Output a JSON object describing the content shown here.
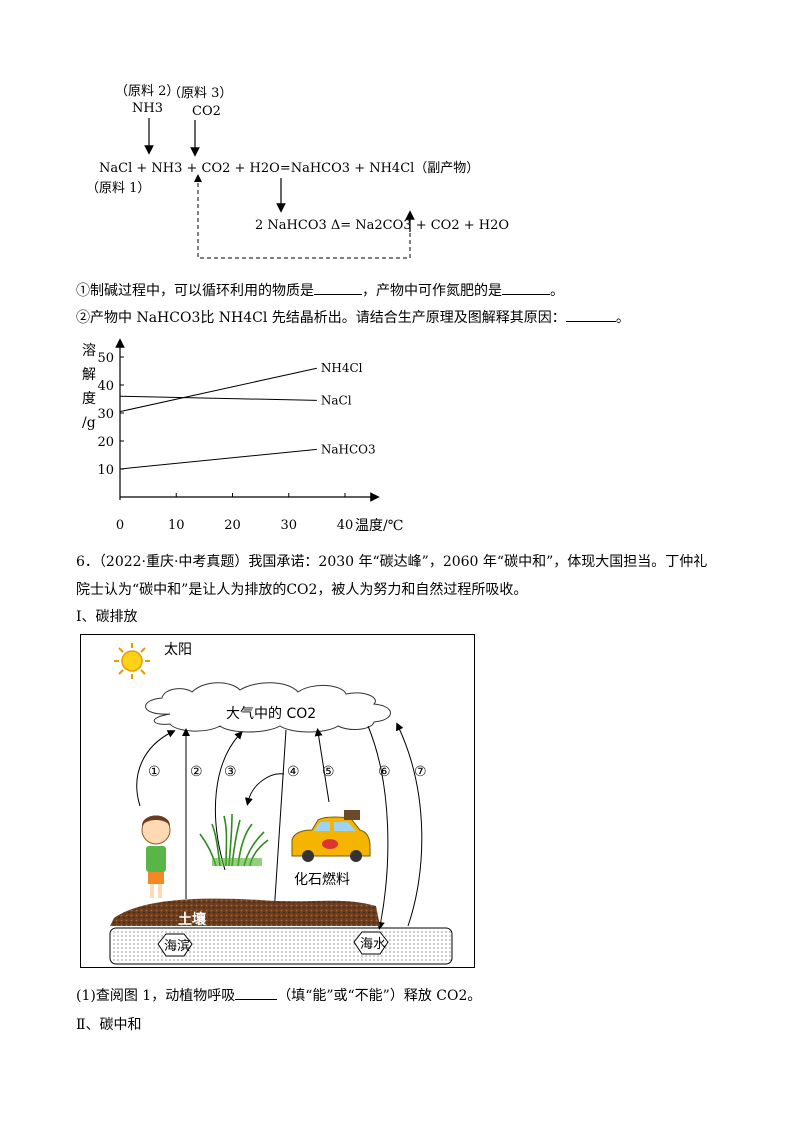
{
  "reaction": {
    "raw2": "（原料 2）",
    "raw3": "（原料 3）",
    "nh3": "NH3",
    "co2": "CO2",
    "equation": "NaCl + NH3 + CO2 + H2O=NaHCO3 + NH4Cl（副产物）",
    "raw1": "（原料 1）",
    "decomp": "2 NaHCO3 Δ= Na2CO3 + CO2 + H2O"
  },
  "q1": {
    "text_a": "①制碱过程中，可以循环利用的物质是",
    "text_b": "，产物中可作氮肥的是",
    "text_c": "。"
  },
  "q2": {
    "text_a": "②产物中 NaHCO3比 NH4Cl 先结晶析出。请结合生产原理及图解释其原因：",
    "text_b": "。"
  },
  "chart_data": {
    "type": "line",
    "ylabel": "溶解度/g",
    "xlabel": "温度/℃",
    "yticks": [
      10,
      20,
      30,
      40,
      50
    ],
    "xticks": [
      0,
      10,
      20,
      30,
      40
    ],
    "xlim": [
      0,
      45
    ],
    "ylim": [
      0,
      52
    ],
    "grid": false,
    "series": [
      {
        "name": "NH4Cl",
        "x": [
          0,
          35
        ],
        "y": [
          30.5,
          46
        ]
      },
      {
        "name": "NaCl",
        "x": [
          0,
          35
        ],
        "y": [
          36,
          34.5
        ]
      },
      {
        "name": "NaHCO3",
        "x": [
          0,
          35
        ],
        "y": [
          10,
          17
        ]
      }
    ]
  },
  "q6": {
    "line1": "6．（2022·重庆·中考真题）我国承诺：2030 年“碳达峰”，2060 年“碳中和”，体现大国担当。丁仲礼",
    "line2": "院士认为“碳中和”是让人为排放的CO2，被人为努力和自然过程所吸收。",
    "section1": "Ⅰ、碳排放"
  },
  "figure": {
    "sun": "太阳",
    "cloud": "大气中的 CO2",
    "arrows": [
      "①",
      "②",
      "③",
      "④",
      "⑤",
      "⑥",
      "⑦"
    ],
    "fuel": "化石燃料",
    "soil": "土壤",
    "shore": "海滨",
    "sea": "海水"
  },
  "q6_1": {
    "text_a": "(1)查阅图 1，动植物呼吸",
    "text_b": "（填“能”或“不能”）释放 CO2。"
  },
  "section2": "Ⅱ、碳中和"
}
